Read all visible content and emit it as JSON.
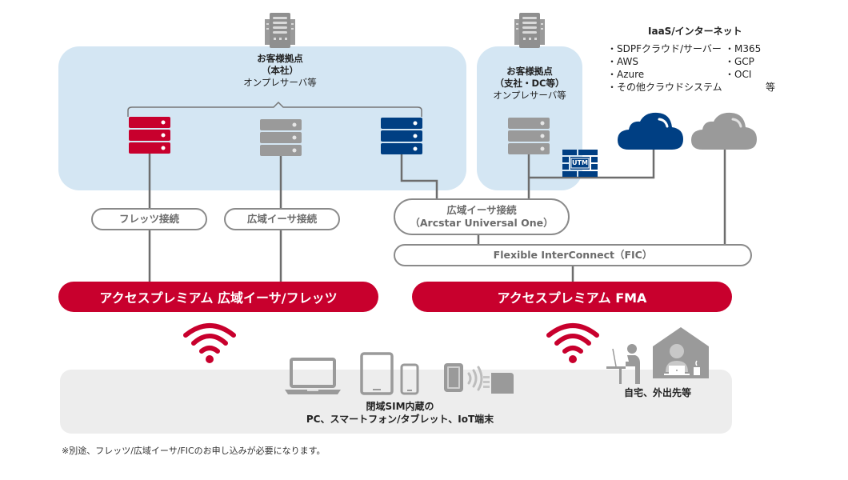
{
  "colors": {
    "brand_red": "#c8002d",
    "navy": "#003f83",
    "gray": "#9a9a9a",
    "panel_blue": "#d4e6f3",
    "line_gray": "#6d6d6d",
    "band_gray": "#ededed"
  },
  "hq_site": {
    "title": "お客様拠点",
    "subtitle": "（本社）",
    "desc": "オンプレサーバ等",
    "icon": "building-icon",
    "servers": [
      {
        "color": "red",
        "icon": "server-icon"
      },
      {
        "color": "gray",
        "icon": "server-icon"
      },
      {
        "color": "navy",
        "icon": "server-icon"
      }
    ]
  },
  "branch_site": {
    "title": "お客様拠点",
    "subtitle": "（支社・DC等）",
    "desc": "オンプレサーバ等",
    "icon": "building-icon"
  },
  "iaas": {
    "title": "IaaS/インターネット",
    "col1": [
      "・SDPFクラウド/サーバー",
      "・AWS",
      "・Azure",
      "・その他クラウドシステム"
    ],
    "col2": [
      "・M365",
      "・GCP",
      "・OCI"
    ],
    "etc": "等"
  },
  "utm_label": "UTM",
  "connections": {
    "flets": "フレッツ接続",
    "wide_ether": "広域イーサ接続",
    "arcstar_line1": "広域イーサ接続",
    "arcstar_line2": "（Arcstar Universal One）",
    "fic": "Flexible InterConnect（FIC）"
  },
  "services": {
    "left": "アクセスプレミアム 広域イーサ/フレッツ",
    "right": "アクセスプレミアム FMA"
  },
  "devices": {
    "caption_line1": "閉域SIM内蔵の",
    "caption_line2": "PC、スマートフォン/タブレット、IoT端末",
    "icons": [
      "laptop-icon",
      "tablet-icon",
      "smartphone-icon",
      "sim-icon",
      "iot-device-icon"
    ]
  },
  "remote": {
    "caption": "自宅、外出先等",
    "icons": [
      "person-at-desk-icon",
      "home-worker-icon"
    ]
  },
  "footnote": "※別途、フレッツ/広域イーサ/FICのお申し込みが必要になります。"
}
